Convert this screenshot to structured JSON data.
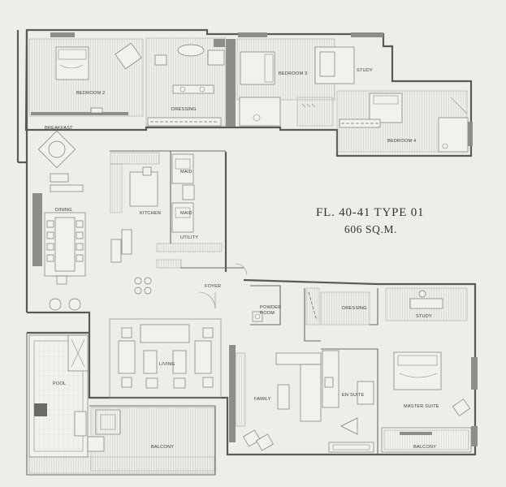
{
  "plan": {
    "title": "FL. 40-41 TYPE 01",
    "area": "606 SQ.M."
  },
  "rooms": {
    "bedroom2": "BEDROOM 2",
    "dressing_top": "DRESSING",
    "bedroom3": "BEDROOM 3",
    "study_top": "STUDY",
    "bedroom4": "BEDROOM 4",
    "breakfast": "BREAKFAST",
    "maid1": "MAID",
    "maid2": "MAID",
    "kitchen": "KITCHEN",
    "dining": "DINING",
    "utility": "UTILITY",
    "foyer": "FOYER",
    "powder_room_1": "POWDER",
    "powder_room_2": "ROOM",
    "dressing_master": "DRESSING",
    "study_master": "STUDY",
    "living": "LIVING",
    "pool": "POOL",
    "family": "FAMILY",
    "en_suite": "EN SUITE",
    "master_suite": "MASTER SUITE",
    "balcony_main": "BALCONY",
    "balcony_master": "BALCONY"
  }
}
